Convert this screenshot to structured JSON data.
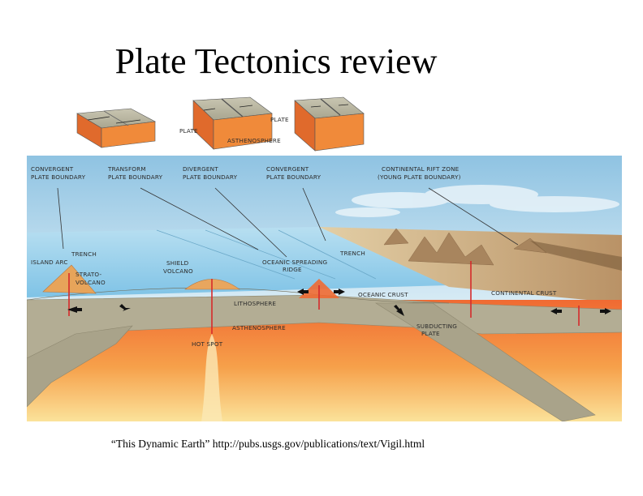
{
  "slide": {
    "title": "Plate Tectonics review",
    "caption": "“This Dynamic Earth” http://pubs.usgs.gov/publications/text/Vigil.html"
  },
  "figure": {
    "inset_labels": {
      "plate_left": "PLATE",
      "plate_right": "PLATE",
      "asthenosphere": "ASTHENOSPHERE"
    },
    "boundary_labels": {
      "convergent_1": [
        "CONVERGENT",
        "PLATE BOUNDARY"
      ],
      "transform": [
        "TRANSFORM",
        "PLATE BOUNDARY"
      ],
      "divergent": [
        "DIVERGENT",
        "PLATE BOUNDARY"
      ],
      "convergent_2": [
        "CONVERGENT",
        "PLATE BOUNDARY"
      ],
      "rift": [
        "CONTINENTAL RIFT ZONE",
        "(YOUNG PLATE BOUNDARY)"
      ]
    },
    "feature_labels": {
      "trench_left": "TRENCH",
      "island_arc": "ISLAND ARC",
      "shield_volcano": [
        "SHIELD",
        "VOLCANO"
      ],
      "strato_volcano": [
        "STRATO-",
        "VOLCANO"
      ],
      "oceanic_ridge": [
        "OCEANIC SPREADING",
        "RIDGE"
      ],
      "trench_right": "TRENCH",
      "oceanic_crust": "OCEANIC CRUST",
      "continental_crust": "CONTINENTAL CRUST",
      "lithosphere": "LITHOSPHERE",
      "asthenosphere": "ASTHENOSPHERE",
      "hot_spot": "HOT SPOT",
      "subducting_plate": [
        "SUBDUCTING",
        "PLATE"
      ]
    },
    "colors": {
      "sky": "#a9cfe6",
      "ocean": "#9fd0ea",
      "lithosphere": "#b7b29a",
      "asthenosphere": "#f0763a",
      "mantle_light": "#f9d77e",
      "land": "#c9a57a",
      "magma": "#d62a2a"
    }
  }
}
